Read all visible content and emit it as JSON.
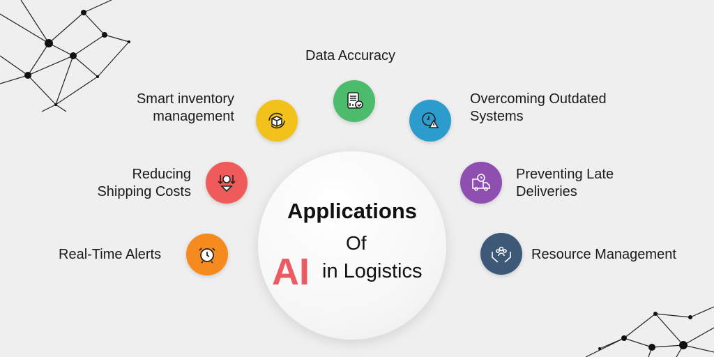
{
  "center": {
    "line1": "Applications",
    "line2": "Of",
    "highlight": "AI",
    "line3": "in Logistics"
  },
  "items": [
    {
      "label": "Data Accuracy",
      "icon": "report-check-icon",
      "color": "#4cbb6c"
    },
    {
      "label": "Smart inventory management",
      "line1": "Smart inventory",
      "line2": "management",
      "icon": "box-cycle-icon",
      "color": "#f2c21b"
    },
    {
      "label": "Overcoming Outdated Systems",
      "line1": "Overcoming Outdated",
      "line2": "Systems",
      "icon": "clock-warning-icon",
      "color": "#2c9ccc"
    },
    {
      "label": "Reducing Shipping Costs",
      "line1": "Reducing",
      "line2": "Shipping Costs",
      "icon": "dollar-down-icon",
      "color": "#ef5b5b"
    },
    {
      "label": "Preventing Late Deliveries",
      "line1": "Preventing Late",
      "line2": "Deliveries",
      "icon": "truck-clock-icon",
      "color": "#8e4fb0"
    },
    {
      "label": "Real-Time Alerts",
      "icon": "alarm-clock-icon",
      "color": "#f58a1f"
    },
    {
      "label": "Resource Management",
      "icon": "hands-people-icon",
      "color": "#3e5878"
    }
  ]
}
